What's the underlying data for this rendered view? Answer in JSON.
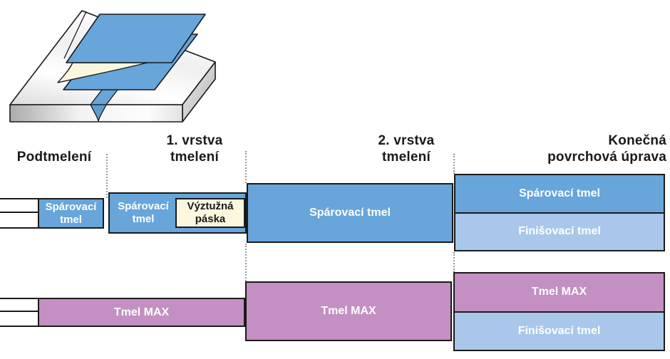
{
  "colors": {
    "joint_compound_blue": "#67A5DA",
    "finish_light_blue": "#A9C7EA",
    "tmel_max_purple": "#C48FC2",
    "tape_cream": "#FAF7DE",
    "outline_black": "#1A1A1A",
    "separator_dotted_gray": "#999999"
  },
  "stage_headers": {
    "stage1": "Podtmelení",
    "stage2": [
      "1. vrstva",
      "tmelení"
    ],
    "stage3": [
      "2. vrstva",
      "tmelení"
    ],
    "stage4": [
      "Konečná",
      "povrchová úprava"
    ]
  },
  "top_row": {
    "undercoat_label": "Spárovací tmel",
    "first_layer_label": "Spárovací tmel",
    "tape_label": "Výztužná páska",
    "second_layer_label": "Spárovací tmel",
    "final_top_label": "Spárovací tmel",
    "final_bottom_label": "Finišovací tmel"
  },
  "bottom_row": {
    "undercoat_label": "Tmel MAX",
    "second_layer_label": "Tmel MAX",
    "final_top_label": "Tmel MAX",
    "final_bottom_label": "Finišovací tmel"
  }
}
